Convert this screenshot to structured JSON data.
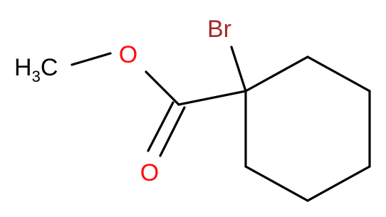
{
  "molecule": {
    "atoms": {
      "methyl": {
        "main": "H",
        "subscript": "3",
        "suffix": "C"
      },
      "ester_oxygen": {
        "label": "O"
      },
      "carbonyl_oxygen": {
        "label": "O"
      },
      "bromine": {
        "label": "Br"
      }
    },
    "colors": {
      "bond": "#000000",
      "carbon_label": "#000000",
      "oxygen": "#ff0d0d",
      "bromine": "#a62929",
      "background": "#ffffff"
    }
  }
}
